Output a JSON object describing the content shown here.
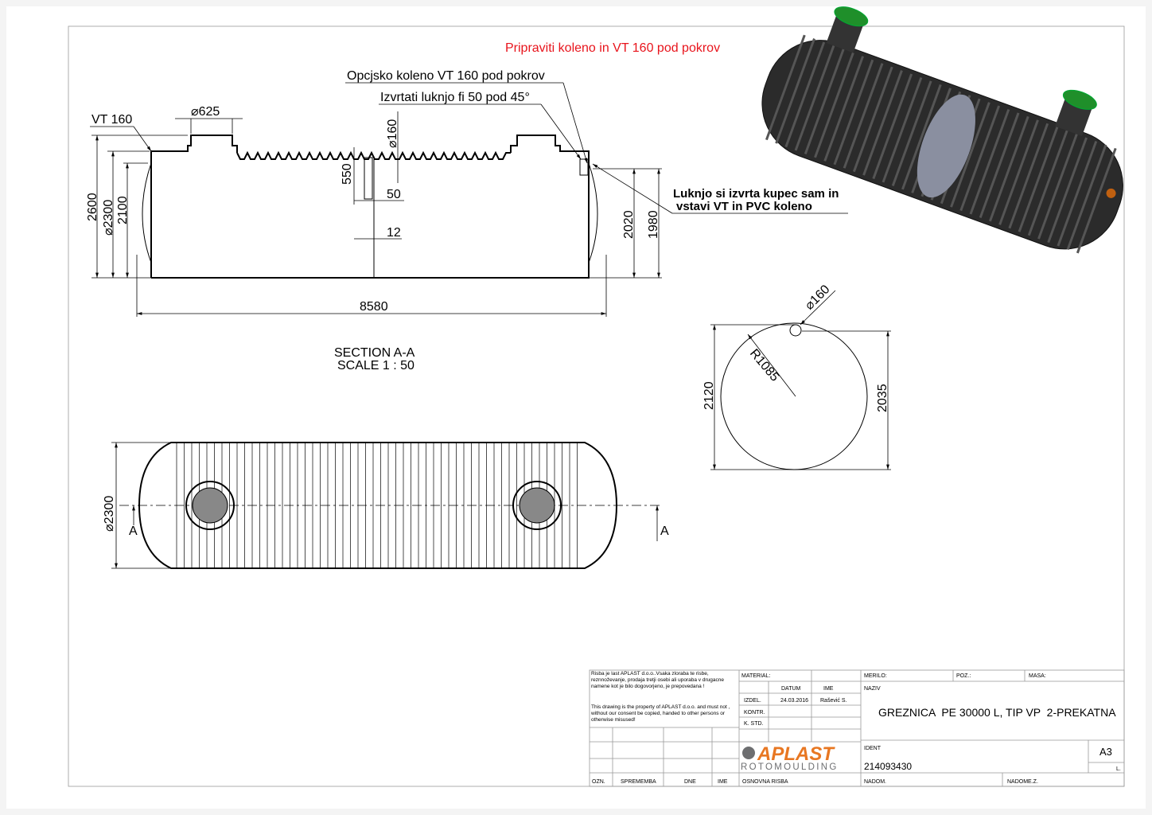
{
  "notes": {
    "red_note": "Pripraviti koleno in VT 160 pod pokrov",
    "elbow_note": "Opcjsko koleno VT 160 pod pokrov",
    "drill_note": "Izvrtati luknjo fi 50 pod 45°",
    "customer_note_1": "Luknjo si izvrta kupec sam in",
    "customer_note_2": "vstavi VT in PVC koleno",
    "vt160": "VT 160"
  },
  "section": {
    "title": "SECTION A-A",
    "scale": "SCALE 1 : 50",
    "dims": {
      "d625": "⌀625",
      "d160": "⌀160",
      "h550": "550",
      "w50": "50",
      "w12": "12",
      "h2600": "2600",
      "d2300": "⌀2300",
      "h2100": "2100",
      "h2020": "2020",
      "h1980": "1980",
      "l8580": "8580"
    }
  },
  "end_view": {
    "d160": "⌀160",
    "r1085": "R1085",
    "h2120": "2120",
    "h2035": "2035"
  },
  "top_view": {
    "d2300": "⌀2300",
    "cut_left": "A",
    "cut_right": "A"
  },
  "title_block": {
    "notice_sl": "Risba je last APLAST d.o.o..Vsaka zloraba te risbe, reznnoževanje, prodaja tretji osebi ali uporaba v drugacne namene kot je bilo dogovorjeno, je prepovedana !",
    "notice_en": "This drawing is the property of APLAST d.o.o. and must not , without our consent be copied, handed to other persons or otherwise misused!",
    "material_label": "MATERIAL:",
    "datum_label": "DATUM",
    "ime_label": "IME",
    "izdel_label": "IZDEL.",
    "izdel_date": "24.03.2016",
    "izdel_name": "Rašević S.",
    "kontr_label": "KONTR.",
    "kstd_label": "K. STD.",
    "merilo_label": "MERILO:",
    "poz_label": "POZ.:",
    "masa_label": "MASA:",
    "naziv_label": "NAZIV",
    "title": "GREZNICA  PE 30000 L, TIP VP  2-PREKATNA",
    "ident_label": "IDENT",
    "ident": "214093430",
    "format": "A3",
    "sheet_label": "L.",
    "ozn_label": "OZN.",
    "spremeba_label": "SPREMEMBA",
    "dne_label": "DNE",
    "ime2_label": "IME",
    "osnovna_label": "OSNOVNA RISBA",
    "nadom_label": "NADOM.",
    "nadomez_label": "NADOME.Z.",
    "logo_main": "APLAST",
    "logo_sub": "ROTOMOULDING"
  },
  "colors": {
    "red_note": "#e8141c",
    "logo_orange": "#e87722",
    "logo_gray": "#6d6e70",
    "tank_dark": "#2b2b2b",
    "lid_green": "#1f8f2a"
  }
}
